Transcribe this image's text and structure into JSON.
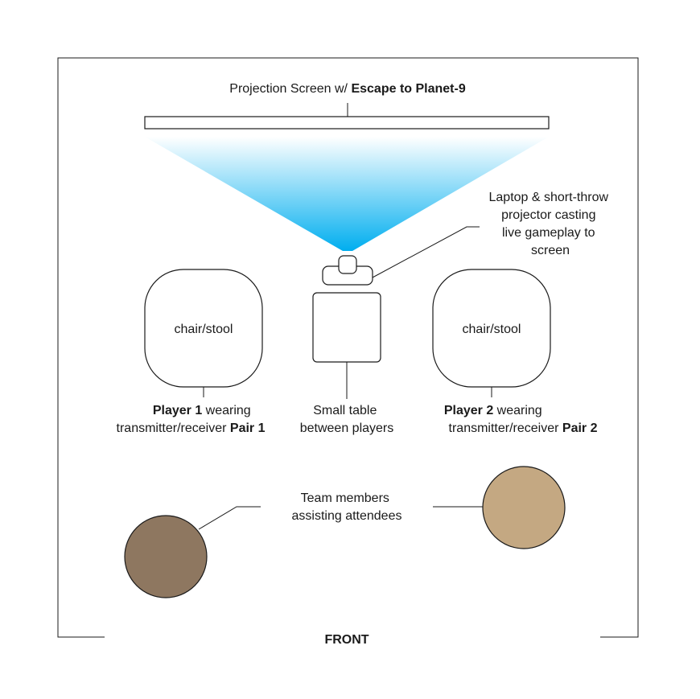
{
  "screen_label": {
    "prefix": "Projection Screen w/ ",
    "game": "Escape to Planet-9"
  },
  "projector_label": [
    "Laptop & short-throw",
    "projector casting",
    "live gameplay to",
    "screen"
  ],
  "chair_left": "chair/stool",
  "chair_right": "chair/stool",
  "player1": {
    "name": "Player 1",
    "line1_rest": " wearing",
    "line2_prefix": "transmitter/receiver ",
    "pair": "Pair 1"
  },
  "player2": {
    "name": "Player 2",
    "line1_rest": " wearing",
    "line2_prefix": "transmitter/receiver ",
    "pair": "Pair 2"
  },
  "table_label": [
    "Small table",
    "between players"
  ],
  "team_label": [
    "Team members",
    "assisting attendees"
  ],
  "front_label": "FRONT",
  "colors": {
    "beam_top": "#ffffff",
    "beam_bottom": "#00aeef",
    "team_member_left": "#8e7760",
    "team_member_right": "#c4a882"
  }
}
